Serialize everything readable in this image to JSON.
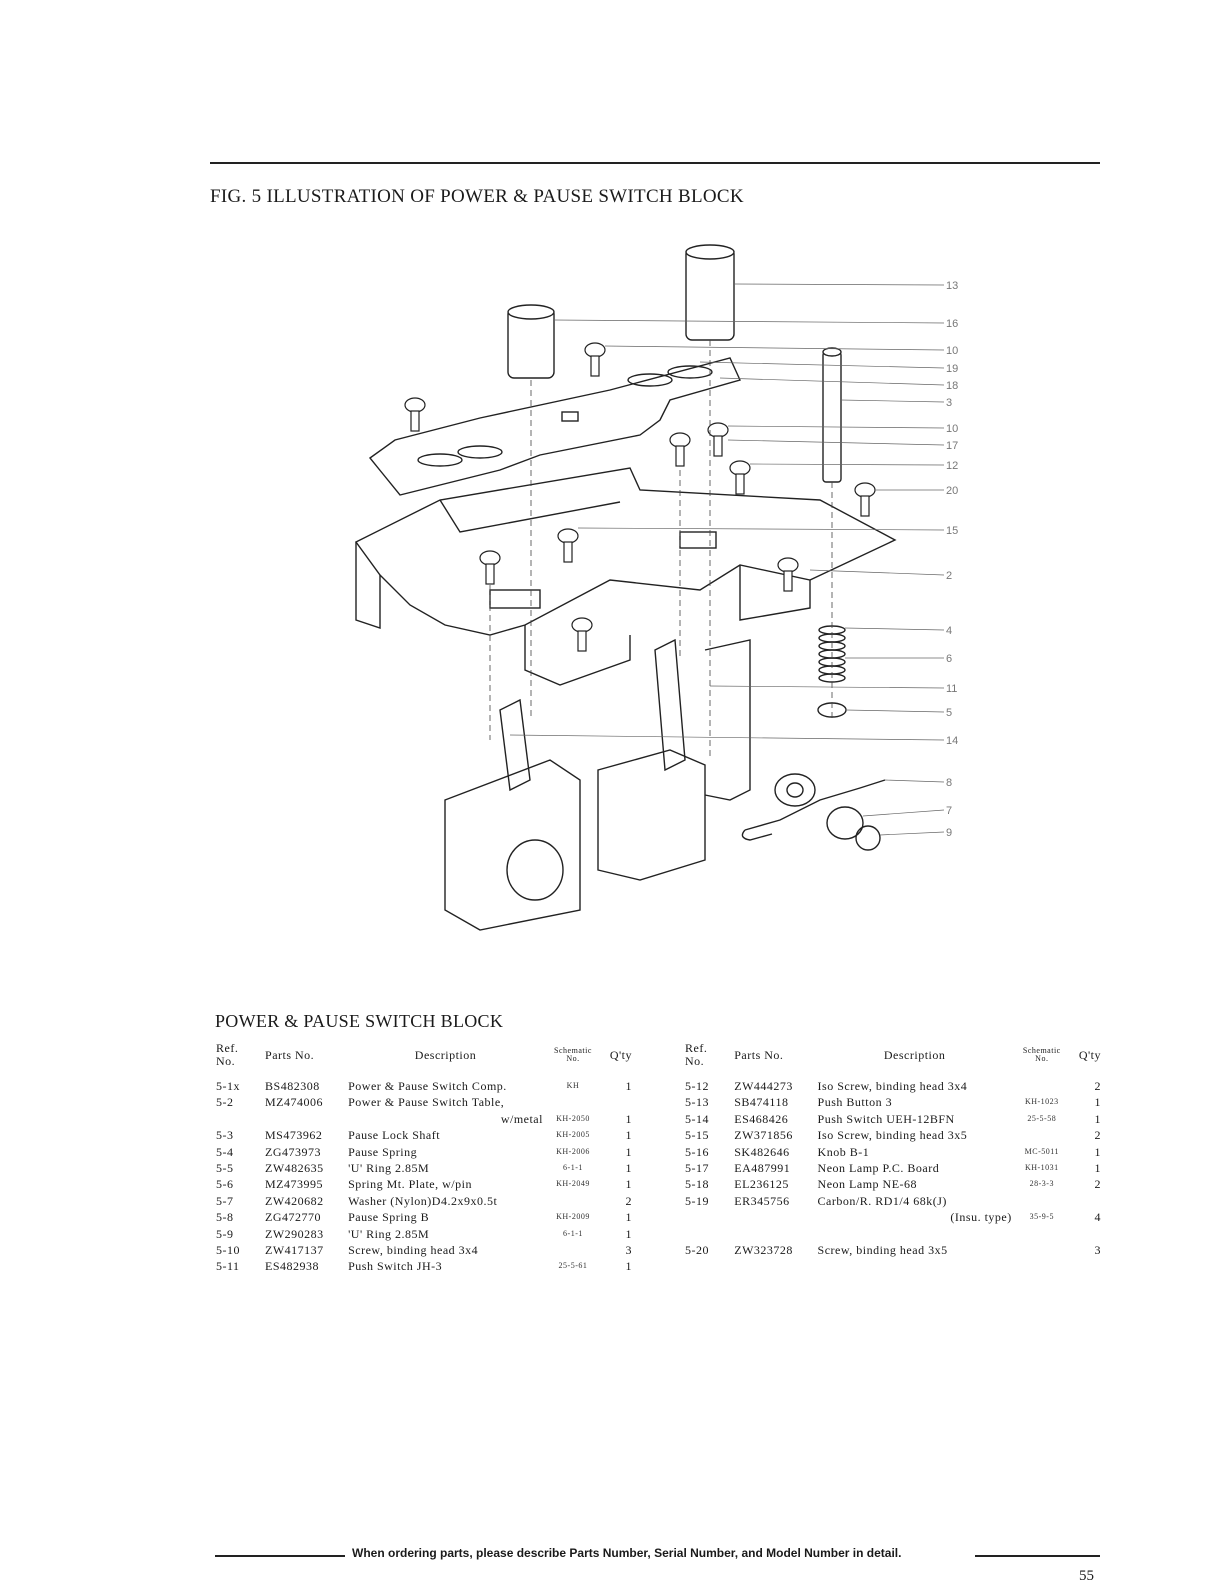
{
  "figure_title": "FIG. 5  ILLUSTRATION OF POWER & PAUSE SWITCH BLOCK",
  "callouts": [
    "13",
    "16",
    "10",
    "19",
    "18",
    "3",
    "10",
    "17",
    "12",
    "20",
    "15",
    "2",
    "4",
    "6",
    "11",
    "5",
    "14",
    "8",
    "7",
    "9"
  ],
  "section_title": "POWER & PAUSE SWITCH BLOCK",
  "table_headers": {
    "ref_line1": "Ref.",
    "ref_line2": "No.",
    "parts_no": "Parts No.",
    "description": "Description",
    "schematic_line1": "Schematic",
    "schematic_line2": "No.",
    "qty": "Q'ty"
  },
  "parts_left": [
    {
      "ref": "5-1x",
      "part": "BS482308",
      "desc": "Power & Pause Switch Comp.",
      "sch": "KH",
      "qty": "1"
    },
    {
      "ref": "5-2",
      "part": "MZ474006",
      "desc": "Power & Pause Switch Table,",
      "sch": "",
      "qty": ""
    },
    {
      "ref": "",
      "part": "",
      "desc": "w/metal",
      "sch": "KH-2050",
      "qty": "1"
    },
    {
      "ref": "5-3",
      "part": "MS473962",
      "desc": "Pause Lock Shaft",
      "sch": "KH-2005",
      "qty": "1"
    },
    {
      "ref": "5-4",
      "part": "ZG473973",
      "desc": "Pause Spring",
      "sch": "KH-2006",
      "qty": "1"
    },
    {
      "ref": "5-5",
      "part": "ZW482635",
      "desc": "'U' Ring 2.85M",
      "sch": "6-1-1",
      "qty": "1"
    },
    {
      "ref": "5-6",
      "part": "MZ473995",
      "desc": "Spring Mt. Plate, w/pin",
      "sch": "KH-2049",
      "qty": "1"
    },
    {
      "ref": "5-7",
      "part": "ZW420682",
      "desc": "Washer (Nylon)D4.2x9x0.5t",
      "sch": "",
      "qty": "2"
    },
    {
      "ref": "5-8",
      "part": "ZG472770",
      "desc": "Pause Spring B",
      "sch": "KH-2009",
      "qty": "1"
    },
    {
      "ref": "5-9",
      "part": "ZW290283",
      "desc": "'U' Ring 2.85M",
      "sch": "6-1-1",
      "qty": "1"
    },
    {
      "ref": "5-10",
      "part": "ZW417137",
      "desc": "Screw, binding head 3x4",
      "sch": "",
      "qty": "3"
    },
    {
      "ref": "5-11",
      "part": "ES482938",
      "desc": "Push Switch JH-3",
      "sch": "25-5-61",
      "qty": "1"
    }
  ],
  "parts_right": [
    {
      "ref": "5-12",
      "part": "ZW444273",
      "desc": "Iso Screw, binding head 3x4",
      "sch": "",
      "qty": "2"
    },
    {
      "ref": "5-13",
      "part": "SB474118",
      "desc": "Push Button 3",
      "sch": "KH-1023",
      "qty": "1"
    },
    {
      "ref": "5-14",
      "part": "ES468426",
      "desc": "Push Switch UEH-12BFN",
      "sch": "25-5-58",
      "qty": "1"
    },
    {
      "ref": "5-15",
      "part": "ZW371856",
      "desc": "Iso Screw, binding head 3x5",
      "sch": "",
      "qty": "2"
    },
    {
      "ref": "5-16",
      "part": "SK482646",
      "desc": "Knob B-1",
      "sch": "MC-5011",
      "qty": "1"
    },
    {
      "ref": "5-17",
      "part": "EA487991",
      "desc": "Neon Lamp P.C. Board",
      "sch": "KH-1031",
      "qty": "1"
    },
    {
      "ref": "5-18",
      "part": "EL236125",
      "desc": "Neon Lamp NE-68",
      "sch": "28-3-3",
      "qty": "2"
    },
    {
      "ref": "5-19",
      "part": "ER345756",
      "desc": "Carbon/R. RD1/4 68k(J)",
      "sch": "",
      "qty": ""
    },
    {
      "ref": "",
      "part": "",
      "desc": "(Insu. type)",
      "sch": "35-9-5",
      "qty": "4"
    },
    {
      "ref": "",
      "part": "",
      "desc": "",
      "sch": "",
      "qty": ""
    },
    {
      "ref": "5-20",
      "part": "ZW323728",
      "desc": "Screw, binding head 3x5",
      "sch": "",
      "qty": "3"
    }
  ],
  "footer_note": "When ordering parts, please describe Parts Number, Serial Number, and Model Number in detail.",
  "page_number": "55"
}
